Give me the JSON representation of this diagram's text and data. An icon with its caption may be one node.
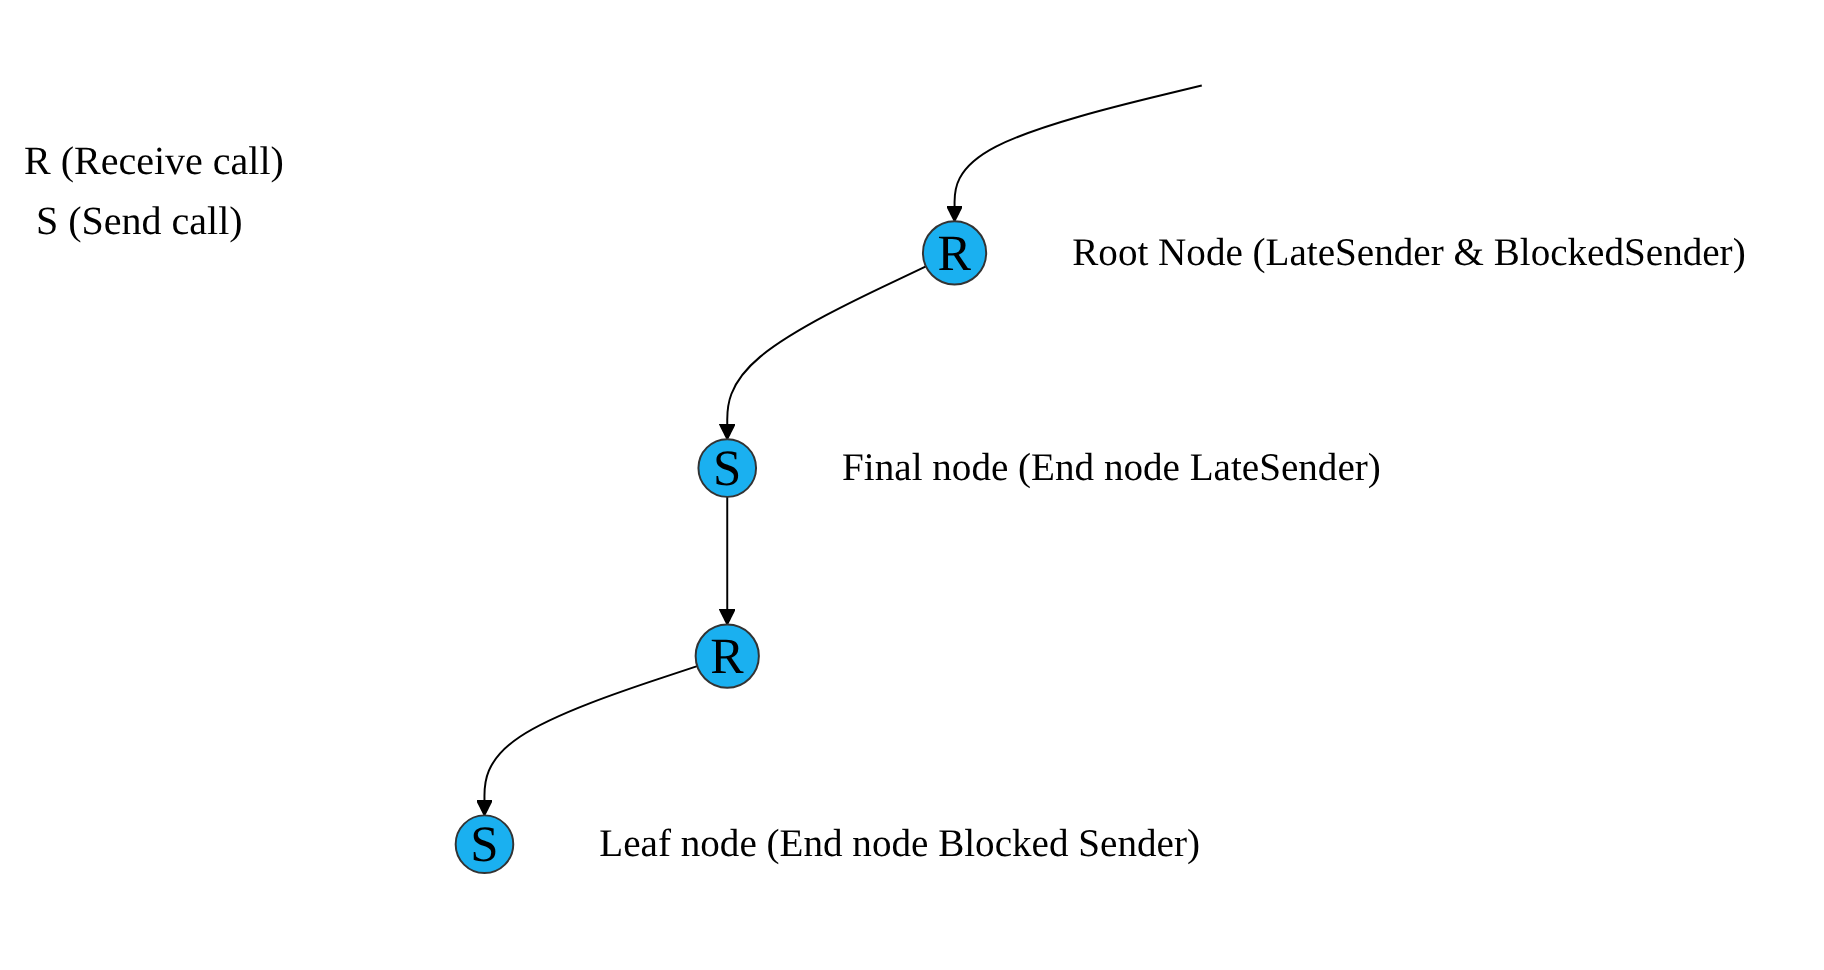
{
  "diagram": {
    "nodes": [
      {
        "text": [
          "R"
        ],
        "beside": [
          "Root Node (LateSender & BlockedSender)"
        ]
      },
      {
        "text": [
          "S"
        ],
        "beside": [
          "Final node (End node LateSender)"
        ]
      },
      {
        "text": [
          "R"
        ]
      },
      {
        "text": [
          "S"
        ],
        "beside": [
          "Leaf node (End node Blocked Sender)"
        ]
      }
    ],
    "edges": [
      {
        "from": null,
        "to": 0,
        "arrow": "to"
      },
      {
        "from": 0,
        "to": 1,
        "arrow": "to"
      },
      {
        "from": 1,
        "to": 2,
        "arrow": "to"
      },
      {
        "from": 2,
        "to": 3,
        "arrow": "to"
      }
    ],
    "labels": [
      "R (Receive call)",
      "S (Send call)"
    ]
  }
}
